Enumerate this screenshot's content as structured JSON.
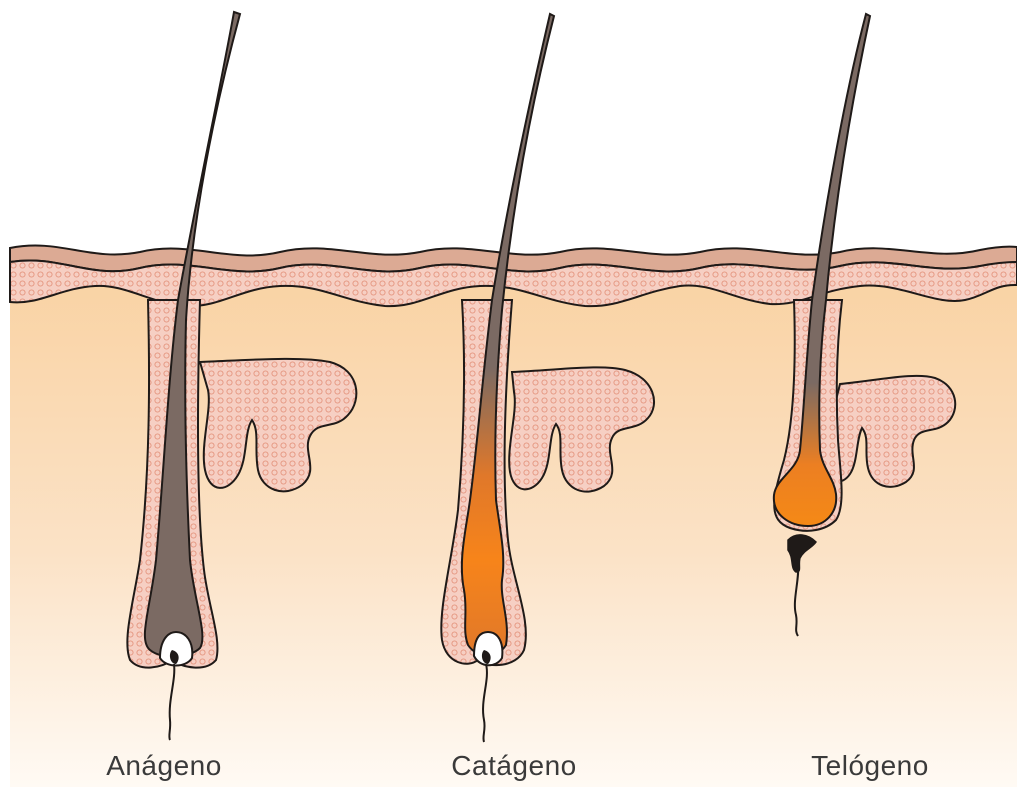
{
  "stages": [
    {
      "label": "Anágeno"
    },
    {
      "label": "Catágeno"
    },
    {
      "label": "Telógeno"
    }
  ],
  "colors": {
    "skin_gradient_top": "#f9d4a6",
    "skin_gradient_bottom": "#fffaf3",
    "epidermis": "#dcaa94",
    "follicle_sheath": "#f6cfc3",
    "follicle_dots": "#e69a86",
    "hair_shaft": "#7b6a63",
    "club_orange": "#f28a1c",
    "outline": "#1f1a18"
  }
}
